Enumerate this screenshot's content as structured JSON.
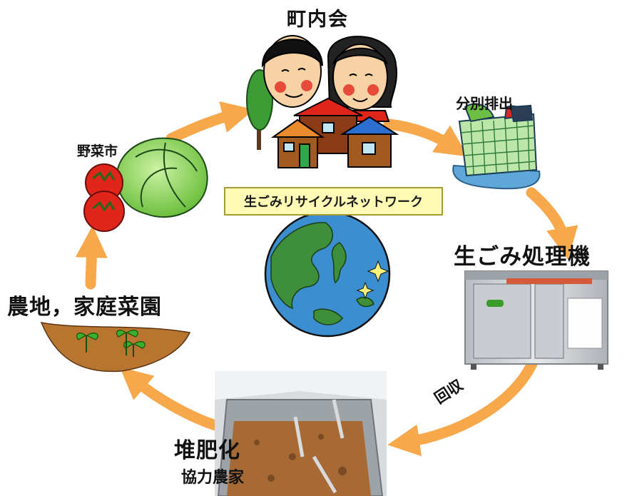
{
  "labels": {
    "top": "町内会",
    "sorting": "分別排出",
    "vegetable_market": "野菜市",
    "machine": "生ごみ処理機",
    "farmland": "農地，家庭菜園",
    "compost": "堆肥化",
    "farmers": "協力農家",
    "collection": "回収"
  },
  "center_label": "生ごみリサイクルネットワーク",
  "colors": {
    "arrow": "#f6a84b",
    "label_bg": "#fffab5",
    "label_border": "#a49b32",
    "ocean": "#3b8ed0",
    "land": "#3f8f3a",
    "soil": "#b8752f",
    "machine_body": "#c9cdd2",
    "tomato": "#e0261b",
    "cabbage": "#88d04f"
  },
  "icons": [
    "people-icon",
    "houses-icon",
    "bin-icon",
    "cabbage-icon",
    "tomato-icon",
    "globe-icon",
    "machine-icon",
    "soil-icon",
    "compost-photo"
  ]
}
